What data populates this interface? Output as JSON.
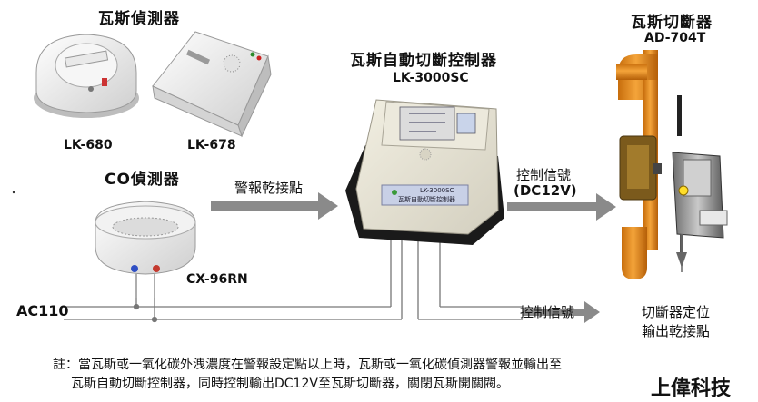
{
  "detectors_title": "瓦斯偵測器",
  "model_lk680": "LK-680",
  "model_lk678": "LK-678",
  "co_title": "CO偵測器",
  "model_cx96rn": "CX-96RN",
  "ac_label": "AC110",
  "alarm_contact_label": "警報乾接點",
  "controller_title": "瓦斯自動切斷控制器",
  "controller_model": "LK-3000SC",
  "device_label_line1": "LK-3000SC",
  "device_label_line2": "瓦斯自動切斷控制器",
  "control_signal_label": "控制信號",
  "control_signal_voltage": "(DC12V)",
  "control_signal_out_label": "控制信號",
  "shutoff_title": "瓦斯切斷器",
  "shutoff_model": "AD-704T",
  "position_label_line1": "切斷器定位",
  "position_label_line2": "輸出乾接點",
  "note_line1": "註：當瓦斯或一氧化碳外洩濃度在警報設定點以上時，瓦斯或一氧化碳偵測器警報並輸出至",
  "note_line2": "瓦斯自動切斷控制器，同時控制輸出DC12V至瓦斯切斷器，關閉瓦斯開關閥。",
  "company_name": "上偉科技"
}
